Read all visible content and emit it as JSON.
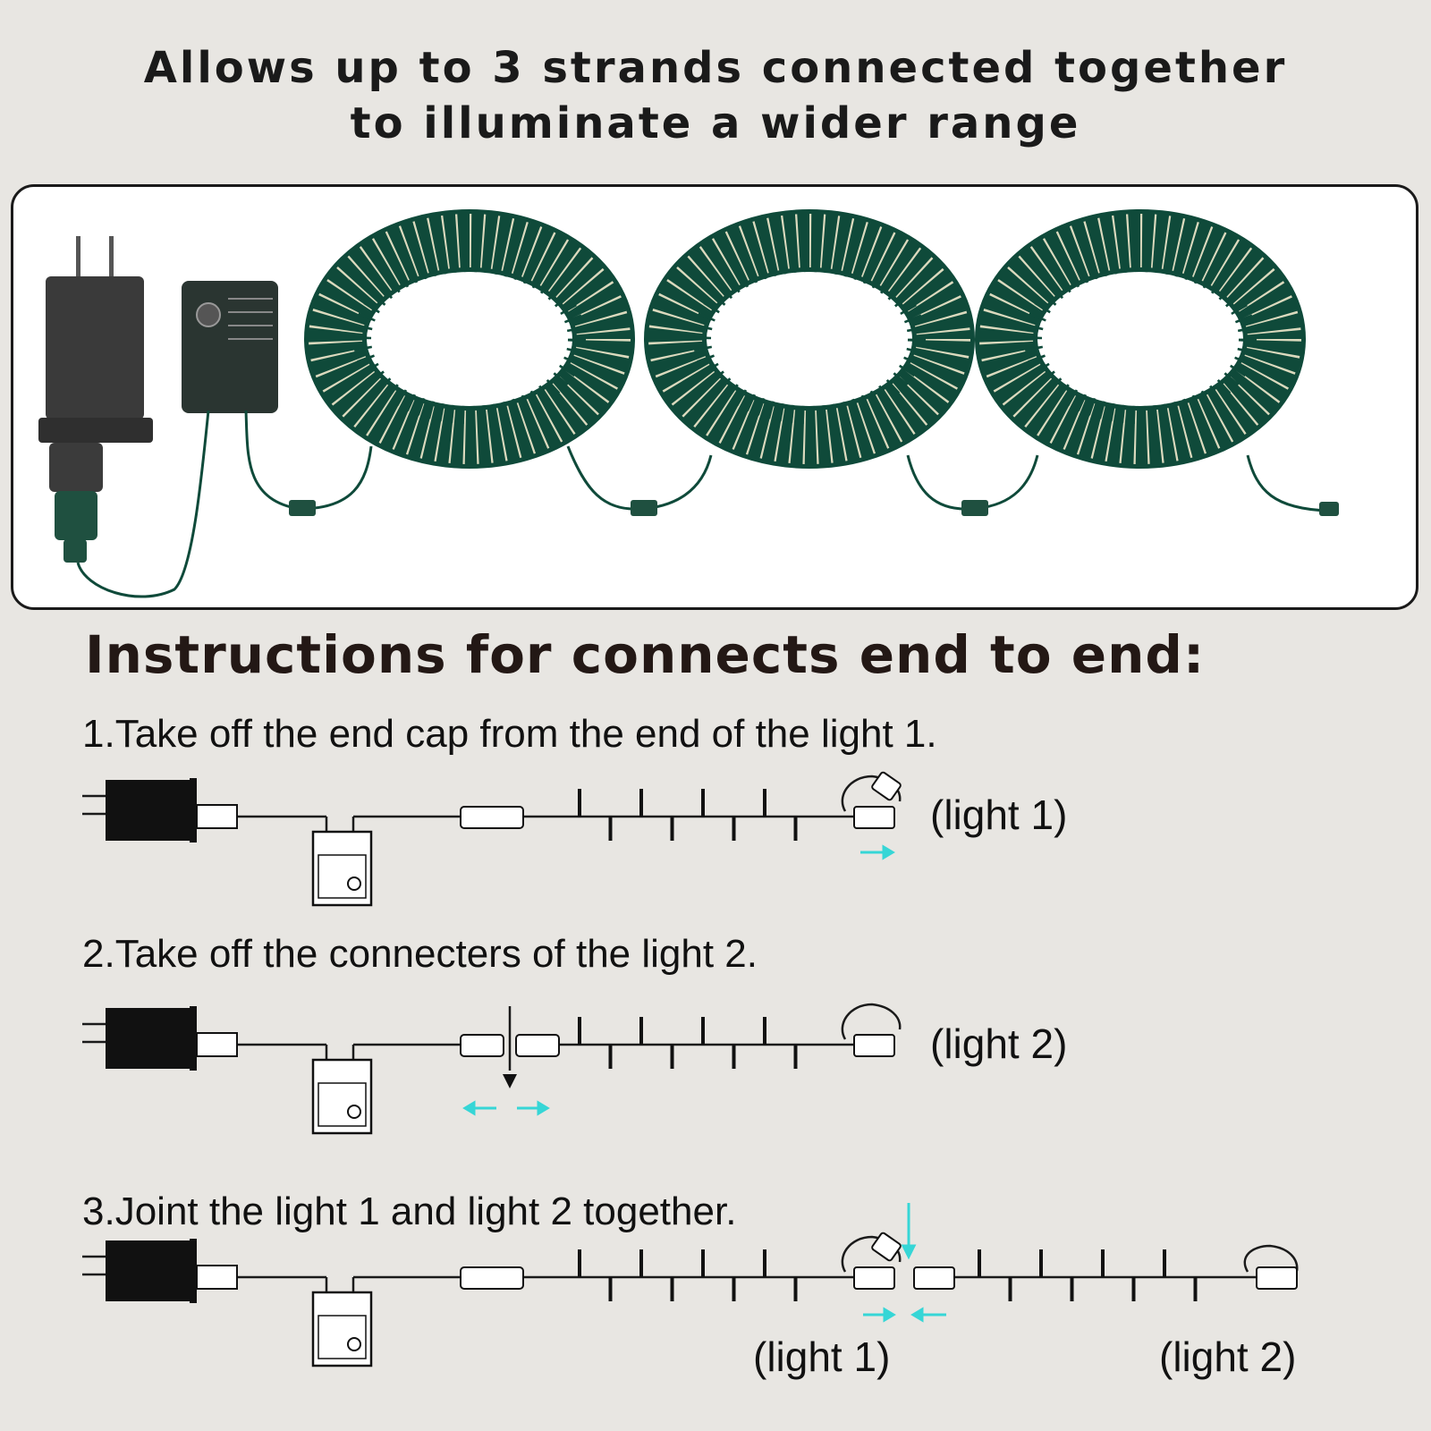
{
  "headline": {
    "line1": "Allows up to 3 strands connected together",
    "line2": "to illuminate a wider range"
  },
  "instructions": {
    "title": "Instructions for connects end to end:",
    "steps": [
      "1.Take off the end cap from the end of the light 1.",
      "2.Take off the connecters of the light 2.",
      "3.Joint the light 1 and light 2 together."
    ]
  },
  "labels": {
    "light1": "(light 1)",
    "light2": "(light 2)"
  },
  "colors": {
    "arrow_accent": "#36d6d6",
    "wire_green": "#0f4a3a",
    "bulb_warm": "#fff3d6",
    "ink": "#1a1a1a"
  },
  "icons": {
    "adapter": "power-adapter-icon",
    "controller": "controller-box-icon",
    "coil": "light-string-coil-icon",
    "connector": "connector-icon",
    "end_cap": "end-cap-icon",
    "arrow": "arrow-icon"
  }
}
